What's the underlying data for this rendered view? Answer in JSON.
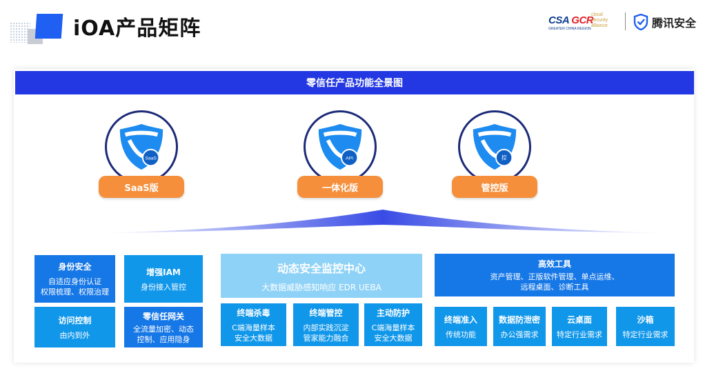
{
  "header": {
    "title": "iOA产品矩阵"
  },
  "brand": {
    "csa_main": "CSA",
    "csa_gcr": "GCR",
    "csa_cloud_1": "cloud",
    "csa_cloud_2": "security",
    "csa_cloud_3": "alliance",
    "csa_sub": "GREATER CHINA REGION",
    "tencent_label": "腾讯安全"
  },
  "banner": {
    "label": "零信任产品功能全景图"
  },
  "products": [
    {
      "label": "SaaS版",
      "badge": "SaaS"
    },
    {
      "label": "一体化版",
      "badge": "API"
    },
    {
      "label": "管控版",
      "badge": "控"
    }
  ],
  "modules": {
    "identity": {
      "title": "身份安全",
      "desc1": "自适应身份认证",
      "desc2": "权限梳理、权限治理"
    },
    "iam": {
      "title": "增强IAM",
      "desc1": "身份接入管控"
    },
    "access": {
      "title": "访问控制",
      "desc1": "由内到外"
    },
    "gateway": {
      "title": "零信任网关",
      "desc1": "全流量加密、动态",
      "desc2": "控制、应用隐身"
    },
    "monitor": {
      "title": "动态安全监控中心",
      "desc1": "大数据威胁感知响应  EDR   UEBA"
    },
    "antivirus": {
      "title": "终端杀毒",
      "desc1": "C端海量样本",
      "desc2": "安全大数据"
    },
    "endpoint_mgmt": {
      "title": "终端管控",
      "desc1": "内部实践沉淀",
      "desc2": "管家能力融合"
    },
    "active_defense": {
      "title": "主动防护",
      "desc1": "C端海量样本",
      "desc2": "安全大数据"
    },
    "tools": {
      "title": "高效工具",
      "desc1": "资产管理、正版软件管理、单点运维、",
      "desc2": "远程桌面、诊断工具"
    },
    "access_ctrl": {
      "title": "终端准入",
      "desc1": "传统功能"
    },
    "dlp": {
      "title": "数据防泄密",
      "desc1": "办公强需求"
    },
    "cloud_desktop": {
      "title": "云桌面",
      "desc1": "特定行业需求"
    },
    "sandbox": {
      "title": "沙箱",
      "desc1": "特定行业需求"
    }
  }
}
